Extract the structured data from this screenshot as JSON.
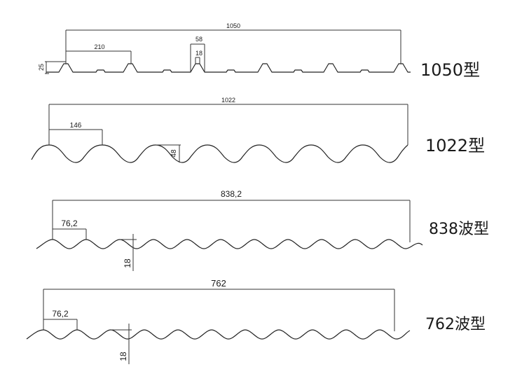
{
  "profiles": [
    {
      "id": "p1050",
      "label": "1050型",
      "dims": {
        "total": "1050",
        "pitch": "210",
        "top_width": "58",
        "top_inner": "18",
        "height": "25"
      }
    },
    {
      "id": "p1022",
      "label": "1022型",
      "dims": {
        "total": "1022",
        "pitch": "146",
        "height": "48"
      }
    },
    {
      "id": "p838",
      "label": "838波型",
      "dims": {
        "total": "838,2",
        "pitch": "76,2",
        "height": "18"
      }
    },
    {
      "id": "p762",
      "label": "762波型",
      "dims": {
        "total": "762",
        "pitch": "76,2",
        "height": "18"
      }
    }
  ]
}
